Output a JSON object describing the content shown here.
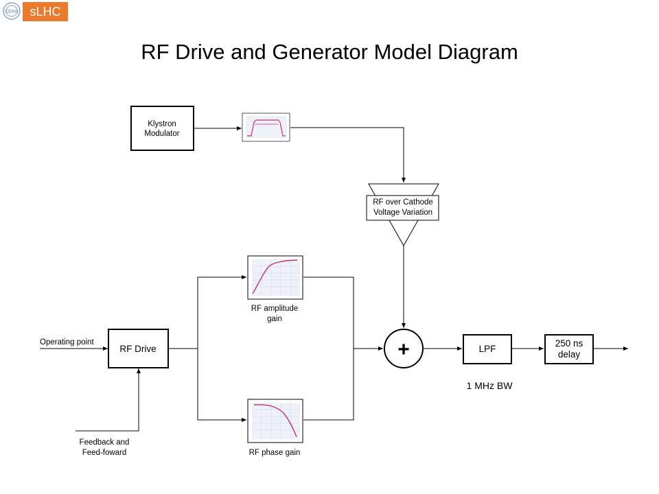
{
  "logo": {
    "text": "sLHC",
    "org_text": "CERN",
    "color": "#ec7a2d"
  },
  "title": "RF Drive and Generator Model Diagram",
  "blocks": {
    "klystron": {
      "line1": "Klystron",
      "line2": "Modulator"
    },
    "rf_cathode": {
      "line1": "RF over Cathode",
      "line2": "Voltage Variation"
    },
    "rf_drive": {
      "label": "RF Drive"
    },
    "summer": {
      "symbol": "+"
    },
    "lpf": {
      "label": "LPF"
    },
    "delay": {
      "line1": "250 ns",
      "line2": "delay"
    }
  },
  "labels": {
    "operating_point": "Operating point",
    "feedback_line1": "Feedback and",
    "feedback_line2": "Feed-foward",
    "amp_gain_line1": "RF amplitude",
    "amp_gain_line2": "gain",
    "phase_gain": "RF phase gain",
    "bandwidth": "1 MHz BW"
  },
  "colors": {
    "curve": "#c0306a",
    "plot_bg": "#eef2f8"
  }
}
